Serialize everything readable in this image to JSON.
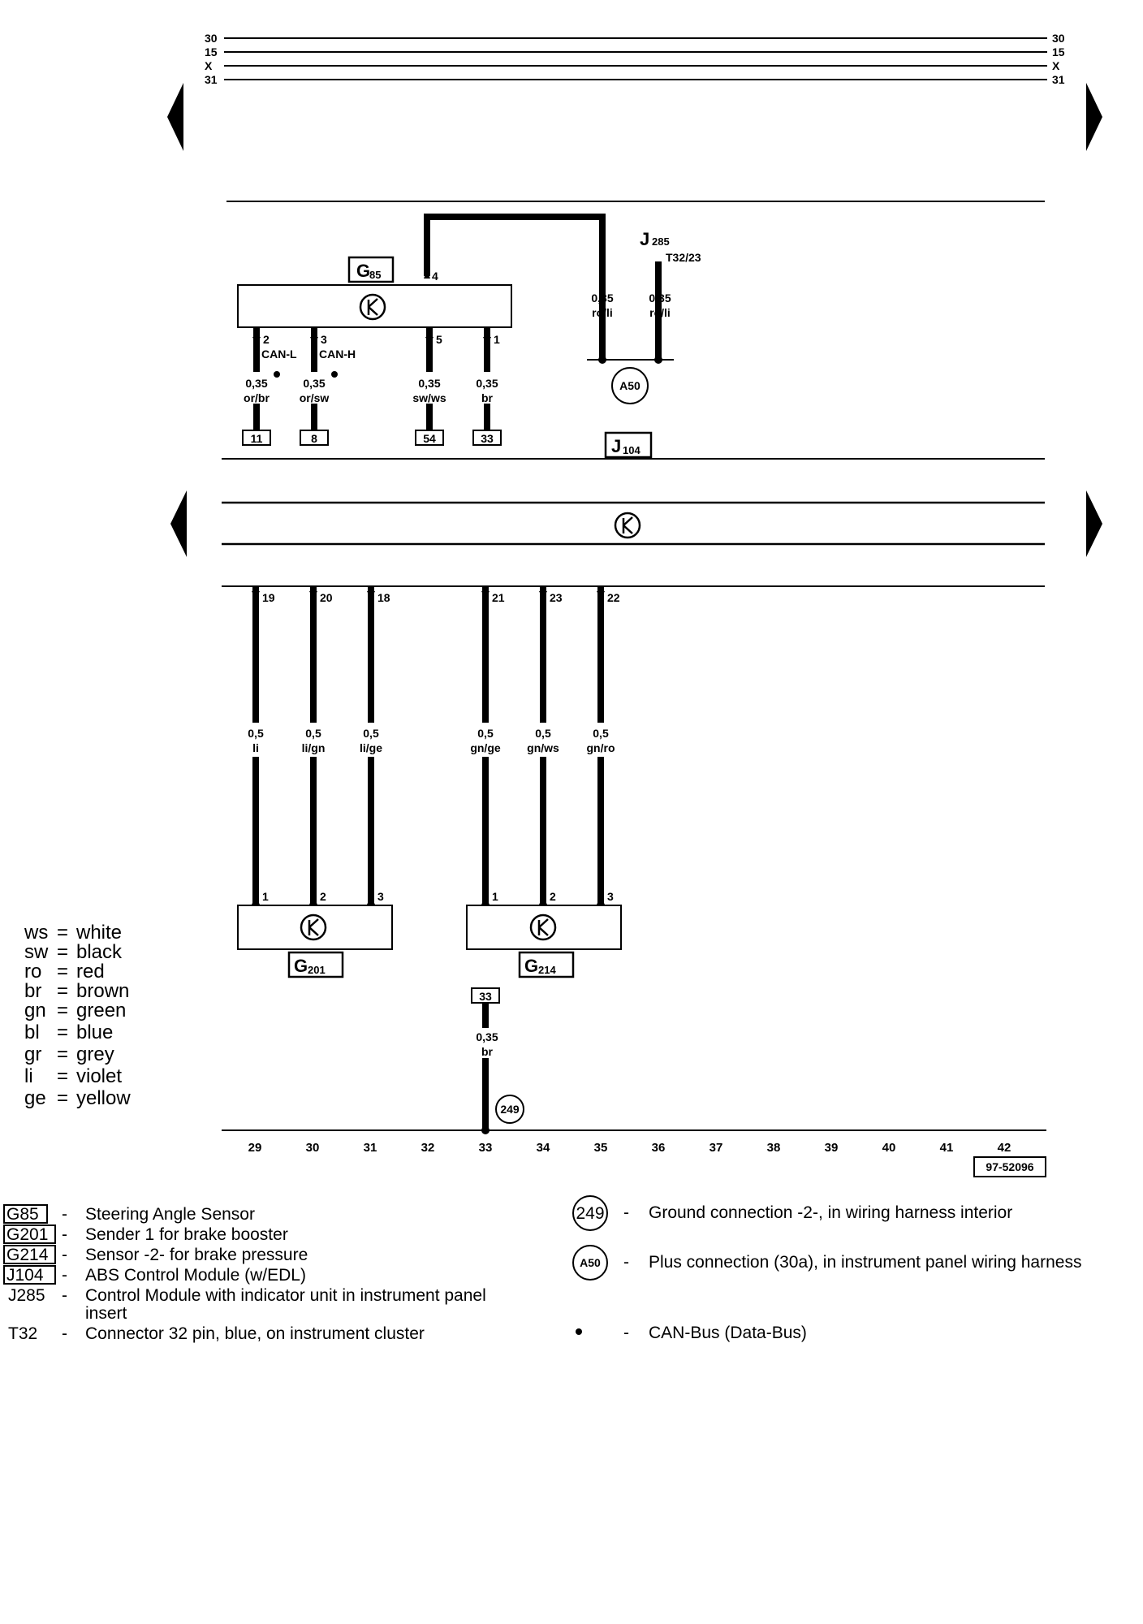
{
  "rails": {
    "left": [
      "30",
      "15",
      "X",
      "31"
    ],
    "right": [
      "30",
      "15",
      "X",
      "31"
    ]
  },
  "components": {
    "g85": {
      "code": "G",
      "sub": "85"
    },
    "j104": {
      "code": "J",
      "sub": "104"
    },
    "j285": {
      "code": "J",
      "sub": "285",
      "connector": "T32/23"
    },
    "g201": {
      "code": "G",
      "sub": "201"
    },
    "g214": {
      "code": "G",
      "sub": "214"
    }
  },
  "g85_pins": {
    "top": "4",
    "p2": "2",
    "p3": "3",
    "p5": "5",
    "p1": "1"
  },
  "can_labels": {
    "low": "CAN-L",
    "high": "CAN-H"
  },
  "wires_upper": {
    "w2": {
      "size": "0,35",
      "color": "or/br",
      "term": "11"
    },
    "w3": {
      "size": "0,35",
      "color": "or/sw",
      "term": "8"
    },
    "w5": {
      "size": "0,35",
      "color": "sw/ws",
      "term": "54"
    },
    "w1": {
      "size": "0,35",
      "color": "br",
      "term": "33"
    },
    "wtop": {
      "size": "0,35",
      "color": "ro/li"
    },
    "wj285": {
      "size": "0,35",
      "color": "ro/li"
    }
  },
  "connection_a50": "A50",
  "j104_pins": [
    "19",
    "20",
    "18",
    "21",
    "23",
    "22"
  ],
  "wires_lower": [
    {
      "size": "0,5",
      "color": "li"
    },
    {
      "size": "0,5",
      "color": "li/gn"
    },
    {
      "size": "0,5",
      "color": "li/ge"
    },
    {
      "size": "0,5",
      "color": "gn/ge"
    },
    {
      "size": "0,5",
      "color": "gn/ws"
    },
    {
      "size": "0,5",
      "color": "gn/ro"
    }
  ],
  "sensor_pins": [
    "1",
    "2",
    "3",
    "1",
    "2",
    "3"
  ],
  "ground_wire": {
    "term": "33",
    "size": "0,35",
    "color": "br",
    "ground": "249"
  },
  "columns": [
    "29",
    "30",
    "31",
    "32",
    "33",
    "34",
    "35",
    "36",
    "37",
    "38",
    "39",
    "40",
    "41",
    "42"
  ],
  "drawing_number": "97-52096",
  "color_codes": [
    {
      "code": "ws",
      "eq": "=",
      "name": "white"
    },
    {
      "code": "sw",
      "eq": "=",
      "name": "black"
    },
    {
      "code": "ro",
      "eq": "=",
      "name": "red"
    },
    {
      "code": "br",
      "eq": "=",
      "name": "brown"
    },
    {
      "code": "gn",
      "eq": "=",
      "name": "green"
    },
    {
      "code": "bl",
      "eq": "=",
      "name": "blue"
    },
    {
      "code": "gr",
      "eq": "=",
      "name": "grey"
    },
    {
      "code": "li",
      "eq": "=",
      "name": "violet"
    },
    {
      "code": "ge",
      "eq": "=",
      "name": "yellow"
    }
  ],
  "legend_left": [
    {
      "code": "G85",
      "boxed": true,
      "dash": "-",
      "desc": "Steering Angle Sensor"
    },
    {
      "code": "G201",
      "boxed": true,
      "dash": "-",
      "desc": "Sender 1 for brake booster"
    },
    {
      "code": "G214",
      "boxed": true,
      "dash": "-",
      "desc": "Sensor -2- for brake pressure"
    },
    {
      "code": "J104",
      "boxed": true,
      "dash": "-",
      "desc": "ABS Control Module (w/EDL)"
    },
    {
      "code": "J285",
      "boxed": false,
      "dash": "-",
      "desc": "Control Module with indicator unit in instrument panel",
      "desc2": "insert"
    },
    {
      "code": "T32",
      "boxed": false,
      "dash": "-",
      "desc": "Connector 32 pin, blue, on instrument cluster"
    }
  ],
  "legend_right": [
    {
      "symbol": "249",
      "dash": "-",
      "desc": "Ground connection -2-, in wiring harness interior"
    },
    {
      "symbol": "A50",
      "dash": "-",
      "desc": "Plus connection (30a), in instrument panel wiring harness"
    },
    {
      "symbol": "dot",
      "dash": "-",
      "desc": "CAN-Bus (Data-Bus)"
    }
  ]
}
